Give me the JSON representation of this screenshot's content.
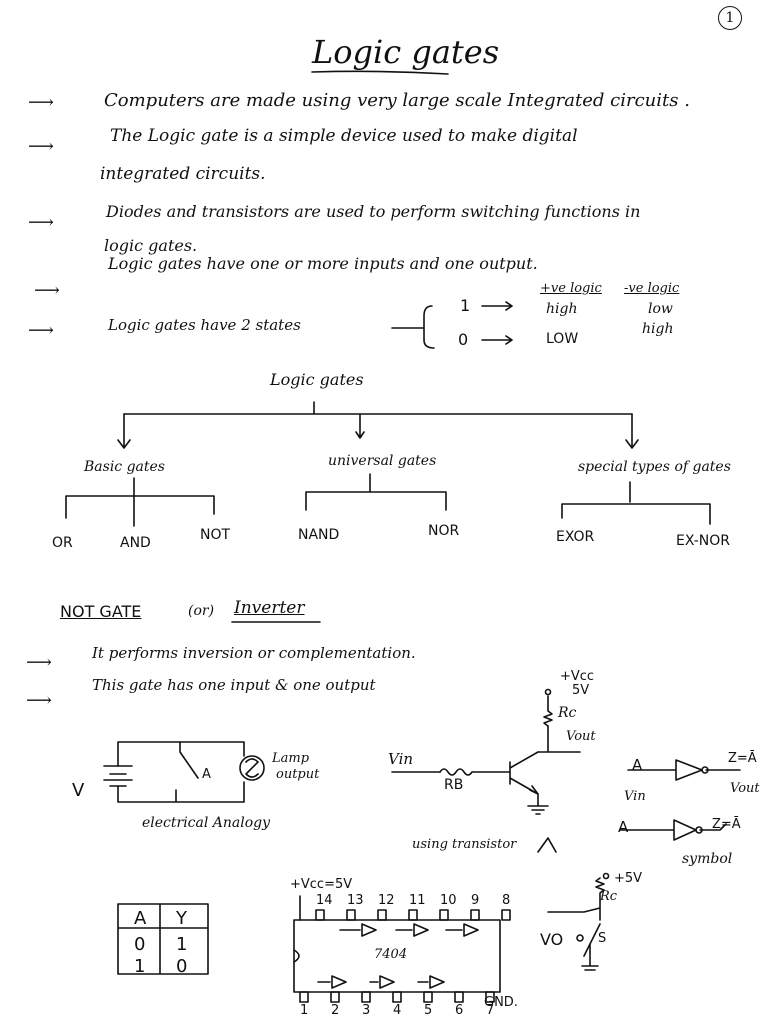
{
  "page_number": "1",
  "title": "Logic gates",
  "bullets": [
    {
      "line1": "Computers are made using very large scale Integrated circuits .",
      "line2": ""
    },
    {
      "line1": "The Logic gate is a simple device used to make digital",
      "line2": "integrated circuits."
    },
    {
      "line1": "Diodes and transistors are used to perform switching functions in",
      "line2": "logic gates."
    },
    {
      "line1": "Logic gates have one or more inputs and one output.",
      "line2": ""
    },
    {
      "line1": "Logic gates have 2 states",
      "line2": ""
    }
  ],
  "states": {
    "one": "1",
    "zero": "0",
    "pos_logic": "+ve logic",
    "neg_logic": "-ve logic",
    "pos_one": "high",
    "neg_one": "low",
    "pos_zero": "LOW",
    "neg_zero": "high"
  },
  "tree": {
    "root": "Logic gates",
    "groups": [
      {
        "name": "Basic gates",
        "children": [
          "OR",
          "AND",
          "NOT"
        ]
      },
      {
        "name": "universal gates",
        "children": [
          "NAND",
          "NOR"
        ]
      },
      {
        "name": "special types of gates",
        "children": [
          "EXOR",
          "EX-NOR"
        ]
      }
    ]
  },
  "not_gate": {
    "heading": "NOT GATE",
    "or_text": "(or)",
    "heading_alt": "Inverter",
    "bullets": [
      "It performs inversion or complementation.",
      "This gate has one input & one output"
    ]
  },
  "analogy": {
    "v": "V",
    "a": "A",
    "lamp": "Lamp",
    "output": "output",
    "caption": "electrical Analogy"
  },
  "transistor": {
    "vcc": "+Vcc",
    "v5": "5V",
    "rc": "Rc",
    "vin": "Vin",
    "rb": "RB",
    "vout": "Vout",
    "caption": "using transistor"
  },
  "symbol": {
    "a": "A",
    "out": "Z=Ā",
    "vin": "Vin",
    "vout": "Vout",
    "a2": "A",
    "out2": "Z=Ā",
    "caption": "symbol"
  },
  "switch": {
    "v5": "+5V",
    "rc": "Rc",
    "vo": "VO",
    "s": "S"
  },
  "ic": {
    "vcc": "+Vcc=5V",
    "name": "7404",
    "gnd": "GND.",
    "top_pins": [
      "14",
      "13",
      "12",
      "11",
      "10",
      "9",
      "8"
    ],
    "bottom_pins": [
      "1",
      "2",
      "3",
      "4",
      "5",
      "6",
      "7"
    ]
  },
  "truth_table": {
    "headers": [
      "A",
      "Y"
    ],
    "rows": [
      [
        "0",
        "1"
      ],
      [
        "1",
        "0"
      ]
    ]
  }
}
